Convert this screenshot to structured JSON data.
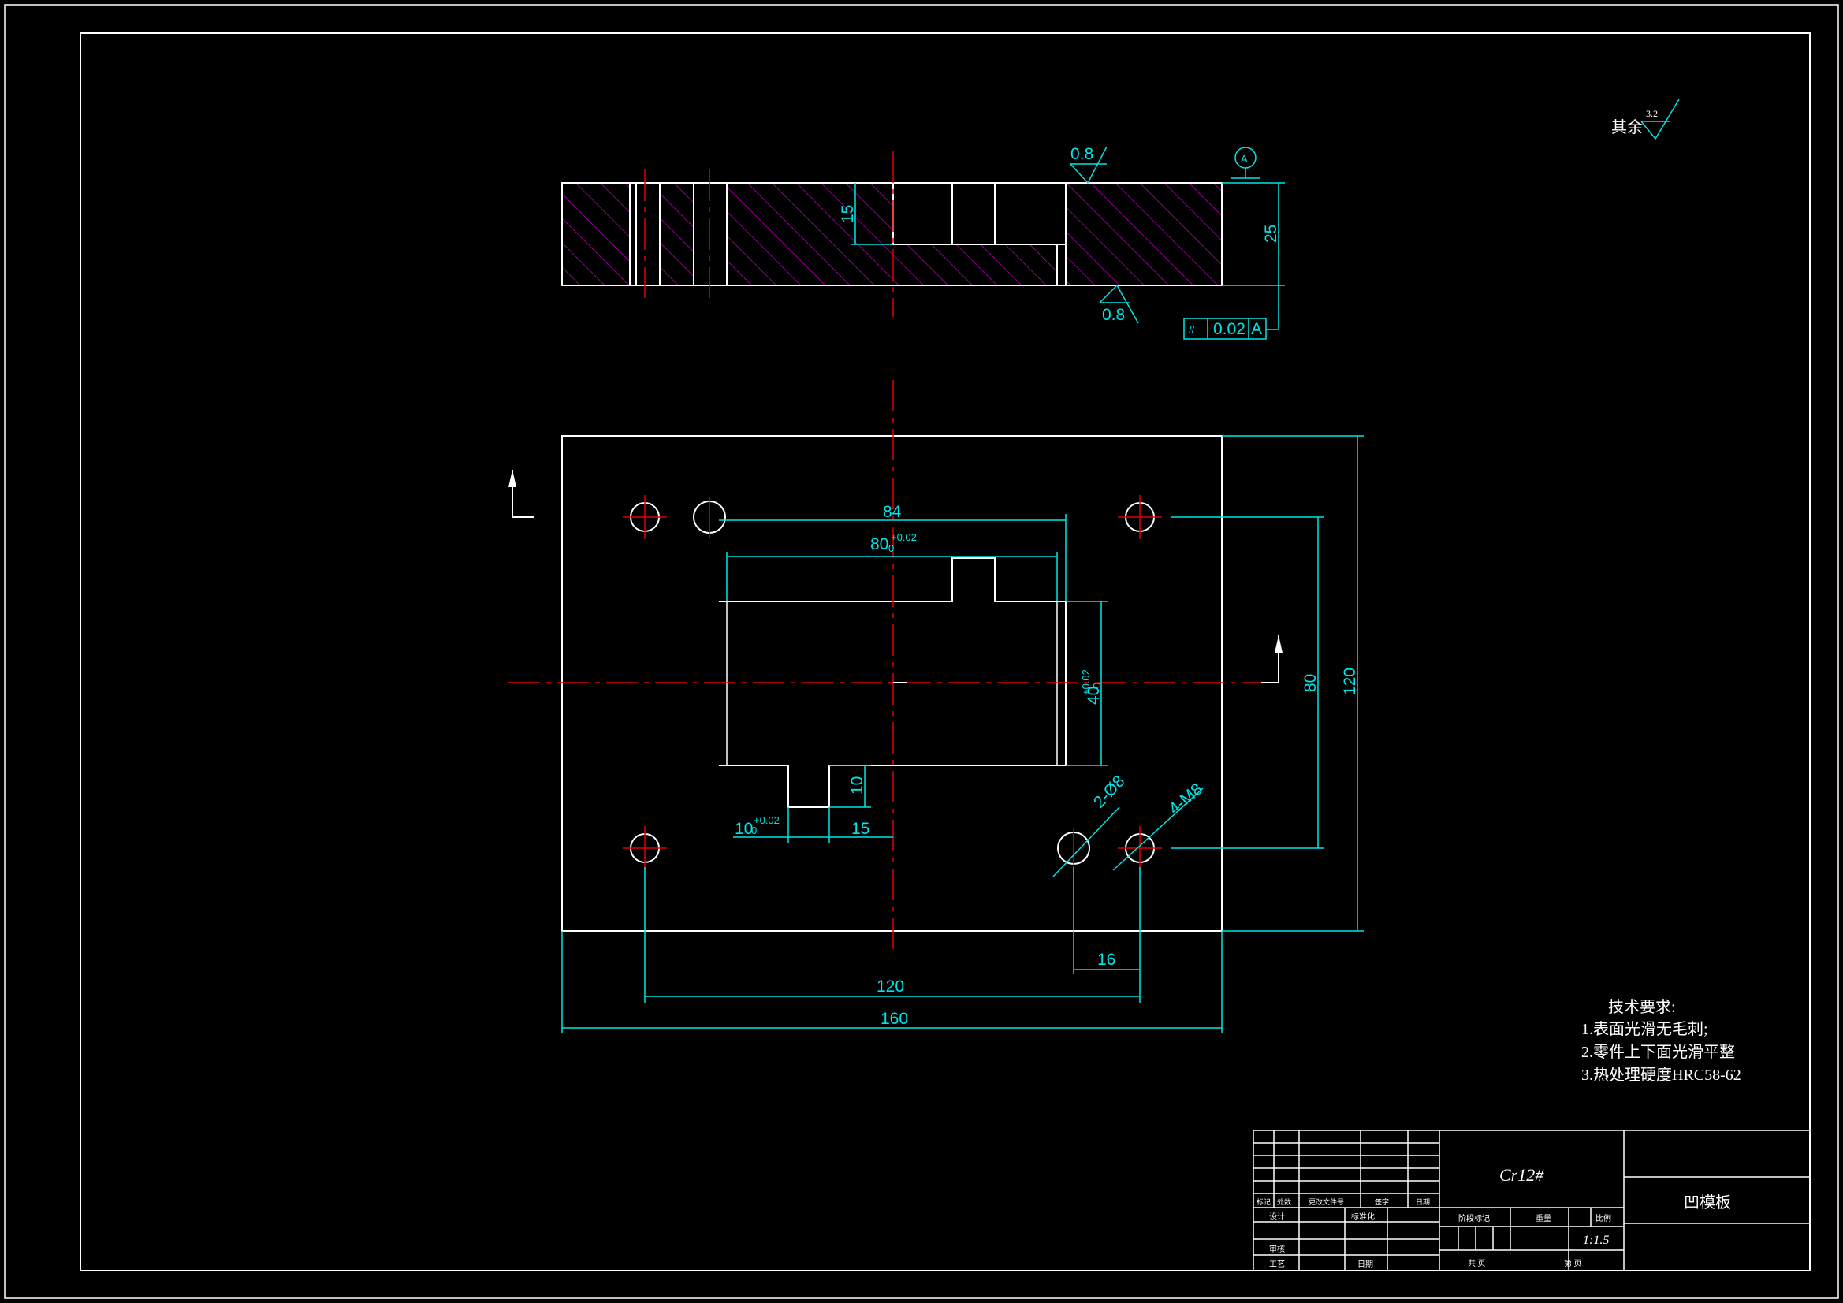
{
  "surface_roughness": {
    "rest_label": "其余",
    "rest_value": "3.2",
    "top_face": "0.8",
    "bottom_face": "0.8"
  },
  "datum": {
    "label": "A"
  },
  "tolerance_frame": {
    "symbol": "//",
    "value": "0.02",
    "datum": "A"
  },
  "dimensions": {
    "pocket_depth": "15",
    "thickness": "25",
    "width_84": "84",
    "width_80": "80",
    "width_80_tol": "+0.02",
    "width_80_tol_low": "0",
    "height_40": "40",
    "height_40_tol": "+0.02",
    "height_40_tol_low": "0",
    "slot_10": "10",
    "slot_width_10": "10",
    "slot_width_10_tol": "+0.02",
    "slot_width_10_tol_low": "0",
    "offset_15": "15",
    "hole_pitch_v": "80",
    "overall_h": "120",
    "hole_pitch_h": "120",
    "overall_w": "160",
    "hole_offset_16": "16",
    "pin_holes": "2-Ø8",
    "thread_holes": "4-M8"
  },
  "tech_req": {
    "title": "技术要求:",
    "items": [
      "1.表面光滑无毛刺;",
      "2.零件上下面光滑平整",
      "3.热处理硬度HRC58-62"
    ]
  },
  "title_block": {
    "material": "Cr12#",
    "part_name": "凹模板",
    "scale": "1:1.5",
    "rev_headers": [
      "标记",
      "处数",
      "更改文件号",
      "签字",
      "日期"
    ],
    "row_design": "设计",
    "row_std": "标准化",
    "row_review": "审核",
    "row_process": "工艺",
    "row_date": "日期",
    "stage_label": "阶段标记",
    "weight_label": "重量",
    "scale_label": "比例",
    "sheets_total": "共  页",
    "sheet_no": "第  页"
  }
}
